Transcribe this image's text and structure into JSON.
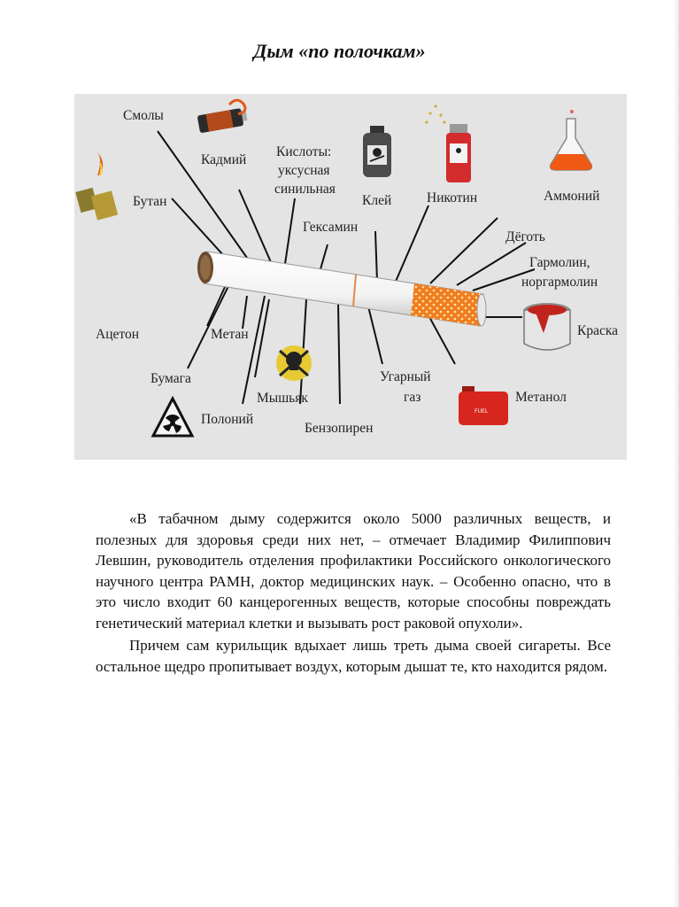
{
  "title": "Дым «по полочкам»",
  "figure": {
    "labels": {
      "smoly": "Смолы",
      "kadmiy": "Кадмий",
      "kisloty_1": "Кислоты:",
      "kisloty_2": "уксусная",
      "kisloty_3": "синильная",
      "kley": "Клей",
      "nikotin": "Никотин",
      "ammoniy": "Аммоний",
      "butan": "Бутан",
      "geksamin": "Гексамин",
      "degot": "Дёготь",
      "garmolin_1": "Гармолин,",
      "garmolin_2": "норгармолин",
      "aceton": "Ацетон",
      "metan": "Метан",
      "kraska": "Краска",
      "bumaga": "Бумага",
      "myshyak": "Мышьяк",
      "ugarny_1": "Угарный",
      "ugarny_2": "газ",
      "metanol": "Метанол",
      "poloniy": "Полоний",
      "benzopiren": "Бензопирен"
    },
    "icons": {
      "lighter": "lighter-icon",
      "battery": "battery-icon",
      "glue_bottle": "poison-bottle-icon",
      "spray_can": "spray-can-icon",
      "flask": "flask-icon",
      "paint_bucket": "paint-bucket-icon",
      "skull": "skull-crossbones-icon",
      "radiation": "radiation-sign-icon",
      "fuel_canister": "fuel-canister-icon"
    },
    "icon_texts": {
      "fuel": "FUEL"
    }
  },
  "paragraphs": [
    "«В табачном дыму содержится около 5000 различных веществ, и полезных для здоровья среди них нет, – отмечает Владимир Филиппович Левшин, руководитель отделения профилактики Российского онкологического научного центра РАМН, доктор медицинских наук. – Особенно опасно, что в это число входит 60 канцерогенных веществ, которые способны повреждать генетический материал клетки и вызывать рост раковой опухоли».",
    "Причем сам курильщик вдыхает лишь треть дыма своей сигареты. Все остальное щедро пропитывает воздух, которым дышат те, кто находится рядом."
  ]
}
